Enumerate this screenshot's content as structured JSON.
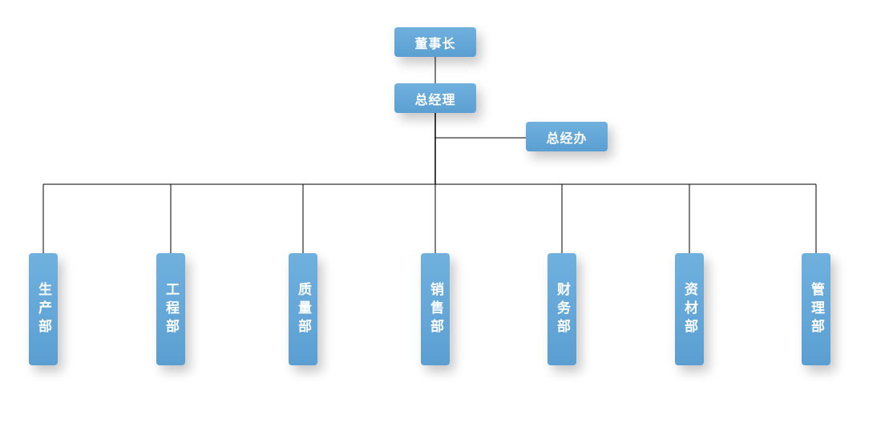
{
  "chairman": {
    "label": "董事长"
  },
  "general_manager": {
    "label": "总经理"
  },
  "gm_office": {
    "label": "总经办"
  },
  "departments": [
    {
      "id": "production",
      "label": "生产部"
    },
    {
      "id": "engineering",
      "label": "工程部"
    },
    {
      "id": "quality",
      "label": "质量部"
    },
    {
      "id": "sales",
      "label": "销售部"
    },
    {
      "id": "finance",
      "label": "财务部"
    },
    {
      "id": "materials",
      "label": "资材部"
    },
    {
      "id": "management",
      "label": "管理部"
    }
  ],
  "colors": {
    "node_fill": "#64a7d8",
    "line": "#000000"
  }
}
